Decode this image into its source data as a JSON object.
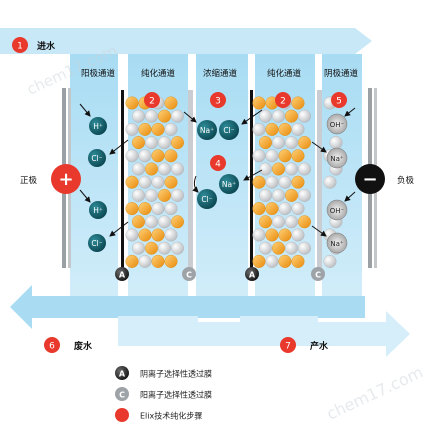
{
  "steps": {
    "s1": {
      "num": "1",
      "label": "进水"
    },
    "s2": {
      "num": "2"
    },
    "s3": {
      "num": "3"
    },
    "s4": {
      "num": "4"
    },
    "s5": {
      "num": "5"
    },
    "s6": {
      "num": "6",
      "label": "废水"
    },
    "s7": {
      "num": "7",
      "label": "产水"
    }
  },
  "channels": [
    "阳极通道",
    "纯化通道",
    "浓缩通道",
    "纯化通道",
    "阴极通道"
  ],
  "electrodes": {
    "positive": {
      "symbol": "+",
      "label": "正极"
    },
    "negative": {
      "symbol": "−",
      "label": "负极"
    }
  },
  "ions": {
    "anode_1": "H⁺",
    "anode_2": "Cl⁻",
    "anode_3": "H⁺",
    "anode_4": "Cl⁻",
    "conc_1": "Na⁺",
    "conc_2": "Cl⁻",
    "conc_3": "Na⁺",
    "conc_4": "Cl⁻",
    "cath_1": "OH⁻",
    "cath_2": "Na⁺",
    "cath_3": "OH⁻",
    "cath_4": "Na⁺"
  },
  "membranes": {
    "anion": "A",
    "cation": "C"
  },
  "legend": [
    {
      "symbol": "A",
      "text": "阴离子选择性透过膜"
    },
    {
      "symbol": "C",
      "text": "阳离子选择性透过膜"
    },
    {
      "symbol": "",
      "text": "Elix技术纯化步骤"
    }
  ],
  "watermark": "chem17.com",
  "colors": {
    "water": "#bfe3f5",
    "water_dark": "#8fcdec",
    "step_red": "#e8392c",
    "ion_teal": "#0e5d6a",
    "orange": "#f5a21c",
    "silver": "#d7d9dc"
  }
}
